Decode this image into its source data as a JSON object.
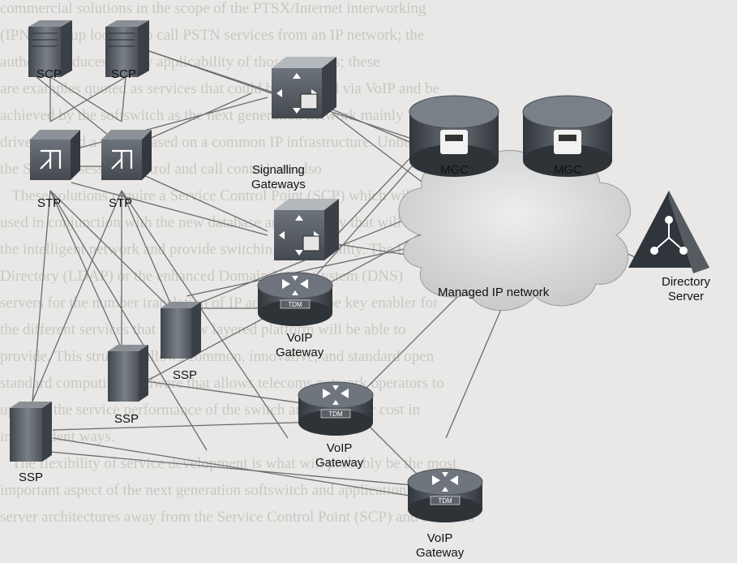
{
  "colors": {
    "paper": "#e9e8e6",
    "device": "#5a6066",
    "device_dark": "#2e3338",
    "link": "#6b6b6b",
    "cloud": "#d4d5d6"
  },
  "nodes": {
    "scp_left": "SCP",
    "scp_right": "SCP",
    "stp_left": "STP",
    "stp_right": "STP",
    "signalling_gateways": [
      "Signalling",
      "Gateways"
    ],
    "mgc_left": "MGC",
    "mgc_right": "MGC",
    "directory_server": [
      "Directory",
      "Server"
    ],
    "managed_ip_network": "Managed IP network",
    "ssp_top": "SSP",
    "ssp_mid": "SSP",
    "ssp_left": "SSP",
    "voip_gateway_1": [
      "VoIP",
      "Gateway"
    ],
    "voip_gateway_2": [
      "VoIP",
      "Gateway"
    ],
    "voip_gateway_3": [
      "VoIP",
      "Gateway"
    ],
    "tdm_badge": "TDM"
  },
  "icons": {
    "server": "tower-server-icon",
    "stp": "signal-transfer-point-icon",
    "gateway": "signalling-gateway-cube-icon",
    "mgc": "media-gateway-controller-icon",
    "directory": "directory-server-triangle-icon",
    "router": "voip-router-icon",
    "cloud": "ip-cloud-icon"
  }
}
